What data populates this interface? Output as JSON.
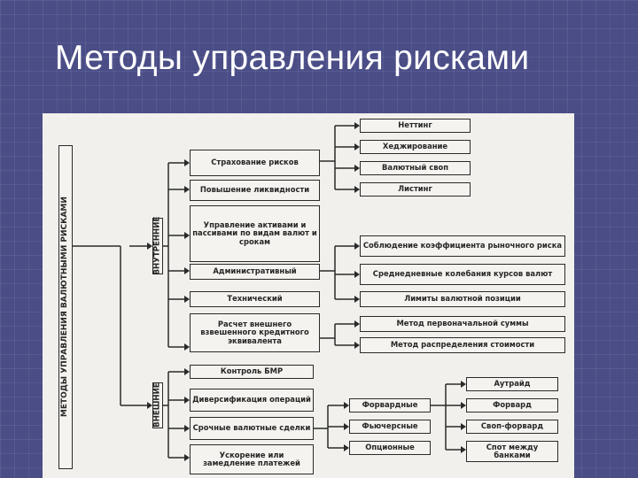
{
  "slide": {
    "title": "Методы управления рисками"
  },
  "diagram": {
    "root": "МЕТОДЫ УПРАВЛЕНИЯ ВАЛЮТНЫМИ РИСКАМИ",
    "internal_label": "ВНУТРЕННИЕ",
    "external_label": "ВНЕШНИЕ",
    "internal_methods": [
      "Страхование рисков",
      "Повышение ликвидности",
      "Управление активами и пассивами по видам валют и срокам",
      "Административный",
      "Технический",
      "Расчет внешнего взвешенного кредитного эквивалента"
    ],
    "insurance_methods": [
      "Неттинг",
      "Хеджирование",
      "Валютный своп",
      "Листинг"
    ],
    "administrative_methods": [
      "Соблюдение коэффициента рыночного риска",
      "Среднедневные колебания курсов валют",
      "Лимиты валютной позиции"
    ],
    "equivalent_methods": [
      "Метод первоначальной суммы",
      "Метод распределения стоимости"
    ],
    "external_methods": [
      "Контроль БМР",
      "Диверсификация операций",
      "Срочные валютные сделки",
      "Ускорение или замедление платежей"
    ],
    "forward_types": [
      "Форвардные",
      "Фьючерсные",
      "Опционные"
    ],
    "forward_subtypes": [
      "Аутрайд",
      "Форвард",
      "Своп-форвард",
      "Спот между банками"
    ]
  }
}
